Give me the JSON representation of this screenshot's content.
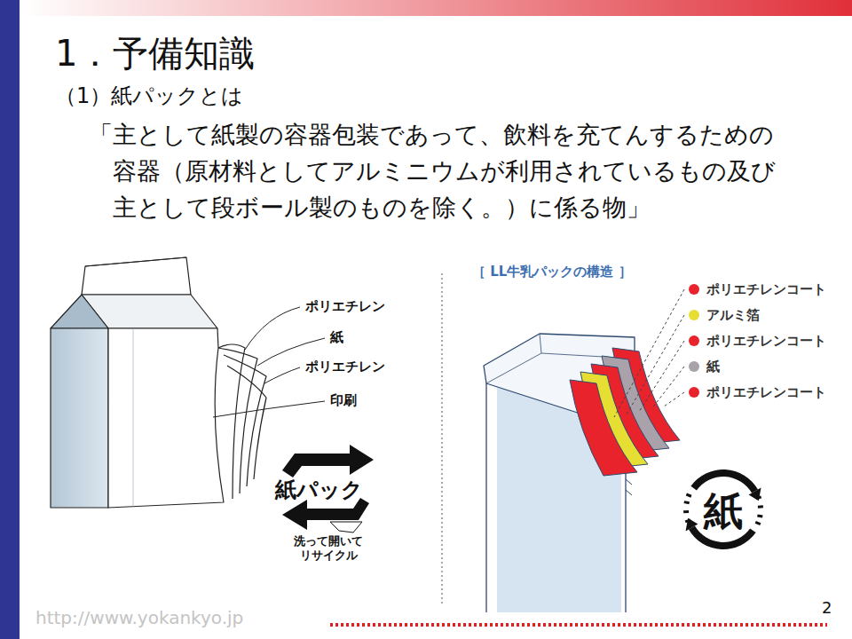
{
  "diagram": {
    "title": "1．予備知識",
    "labels": [
      "（1）紙パックとは",
      "「主として紙製の容器包装であって、飲料を充てんするための 容器（原材料としてアルミニウムが利用されているもの及び 主として段ボール製のものを除く。）に係る物」",
      "ポリエチレン",
      "紙",
      "ポリエチレン",
      "印刷",
      "［ LL牛乳パックの構造 ］",
      "紙パック",
      "洗って開いて リサイクル",
      "紙",
      "2",
      "http://www.yokankyo.jp"
    ],
    "legend": [
      {
        "text": "ポリエチレンコート",
        "color": "#e8232b"
      },
      {
        "text": "アルミ箔",
        "color": "#e6de32"
      },
      {
        "text": "ポリエチレンコート",
        "color": "#e8232b"
      },
      {
        "text": "紙",
        "color": "#a9a2aa"
      },
      {
        "text": "ポリエチレンコート",
        "color": "#e8232b"
      }
    ]
  }
}
